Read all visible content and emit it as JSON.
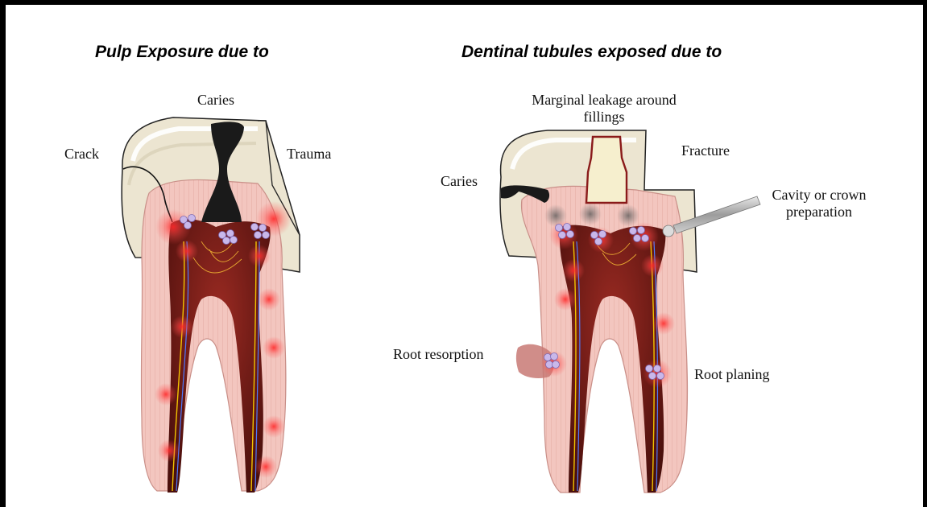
{
  "headings": {
    "left": "Pulp Exposure due to",
    "right": "Dentinal tubules exposed due to"
  },
  "left_labels": {
    "caries": "Caries",
    "crack": "Crack",
    "trauma": "Trauma"
  },
  "right_labels": {
    "marginal_line1": "Marginal leakage around",
    "marginal_line2": "fillings",
    "fracture": "Fracture",
    "caries": "Caries",
    "cavity_line1": "Cavity or crown",
    "cavity_line2": "preparation",
    "root_resorption": "Root resorption",
    "root_planing": "Root planing"
  },
  "colors": {
    "dentin": "#f3c6bf",
    "enamel": "#e9e3cf",
    "pulp": "#5a1410",
    "glow": "#ff3b3b",
    "caries": "#1a1a1a",
    "filling": "#f6efce",
    "instrument": "#b9b9b9"
  }
}
